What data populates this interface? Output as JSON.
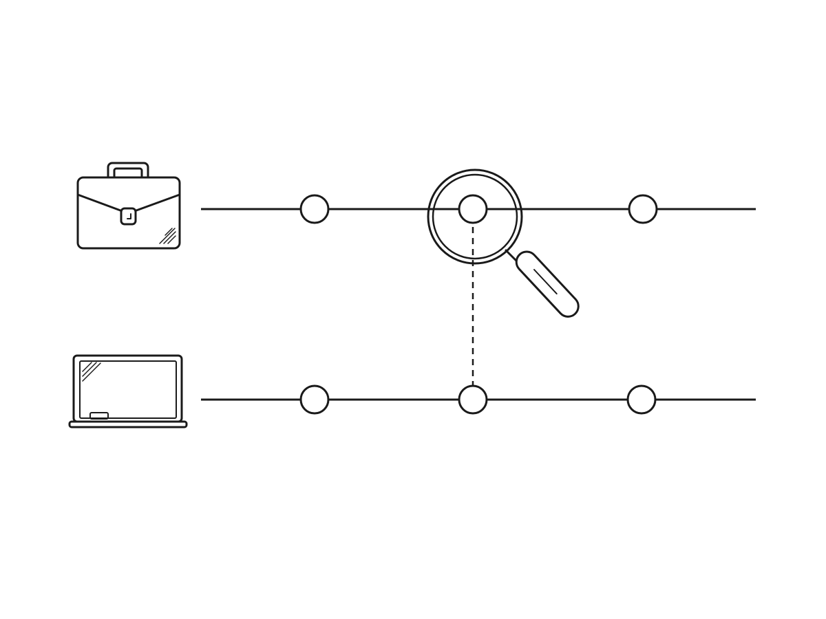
{
  "diagram": {
    "colors": {
      "stroke": "#1a1a1a",
      "background": "#ffffff",
      "node_fill": "#ffffff"
    },
    "tracks": [
      {
        "id": "track-top",
        "icon": "briefcase-icon",
        "nodes": [
          {
            "id": "node-top-1"
          },
          {
            "id": "node-top-2",
            "highlighted": true
          },
          {
            "id": "node-top-3"
          }
        ]
      },
      {
        "id": "track-bottom",
        "icon": "laptop-icon",
        "nodes": [
          {
            "id": "node-bottom-1"
          },
          {
            "id": "node-bottom-2"
          },
          {
            "id": "node-bottom-3"
          }
        ]
      }
    ],
    "links": [
      {
        "from": "node-top-2",
        "to": "node-bottom-2",
        "style": "dashed"
      }
    ],
    "magnifier": {
      "icon": "magnifying-glass-icon",
      "focus": "node-top-2"
    }
  }
}
